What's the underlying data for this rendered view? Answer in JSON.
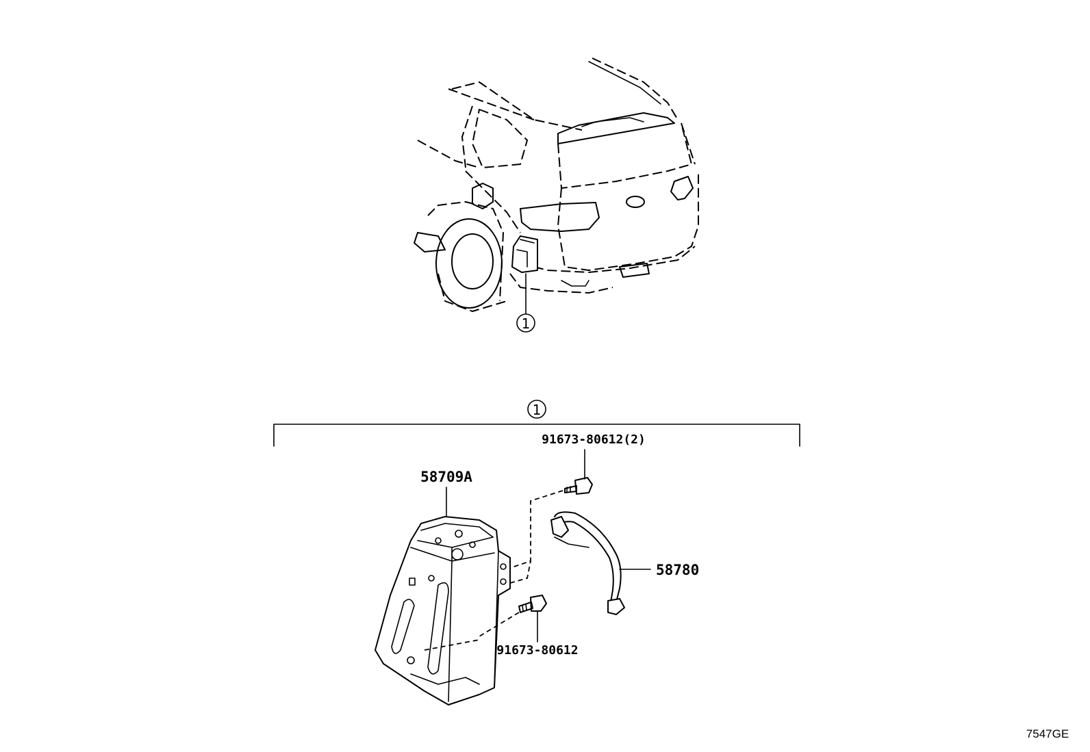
{
  "callout_top": {
    "number": "1"
  },
  "callout_bottom": {
    "number": "1"
  },
  "parts": {
    "bracket": "58709A",
    "wire": "58780",
    "bolt_upper": "91673-80612(2)",
    "bolt_lower": "91673-80612"
  },
  "figure_code": "7547GE"
}
